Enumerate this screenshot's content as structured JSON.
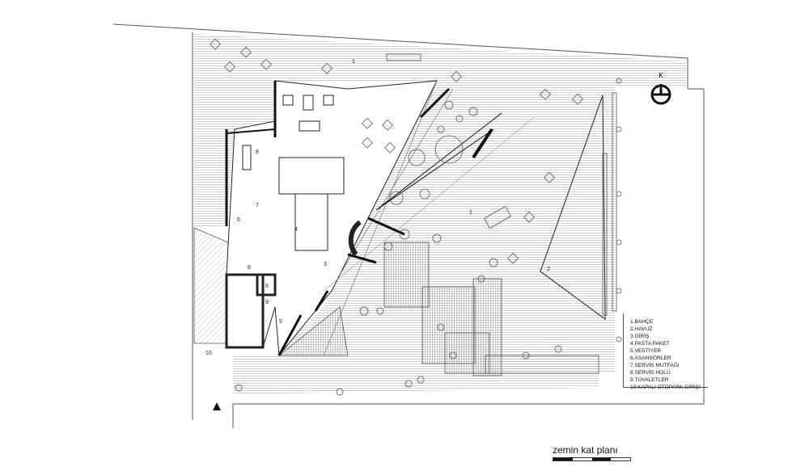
{
  "plan_title": "zemin kat planı",
  "north_label": "K",
  "legend": [
    "1.BAHÇE",
    "2.HAVUZ",
    "3.GİRİŞ",
    "4.PASTA PAKET",
    "5.VESTİYER",
    "6.ASANSÖRLER",
    "7.SERVİS MUTFAĞI",
    "8.SERVİS HOLÜ",
    "9.TUVALETLER",
    "10.KAPALI OTOPARK GİRİŞİ"
  ],
  "room_numbers": {
    "garden_top": "1",
    "garden_main": "1",
    "pool": "2",
    "entrance": "3",
    "pastry": "4",
    "cloakroom": "5",
    "lift_a": "6",
    "lift_b": "6",
    "lift_c": "6",
    "kitchen": "7",
    "service_hall": "8",
    "toilets": "9",
    "parking": "10"
  }
}
